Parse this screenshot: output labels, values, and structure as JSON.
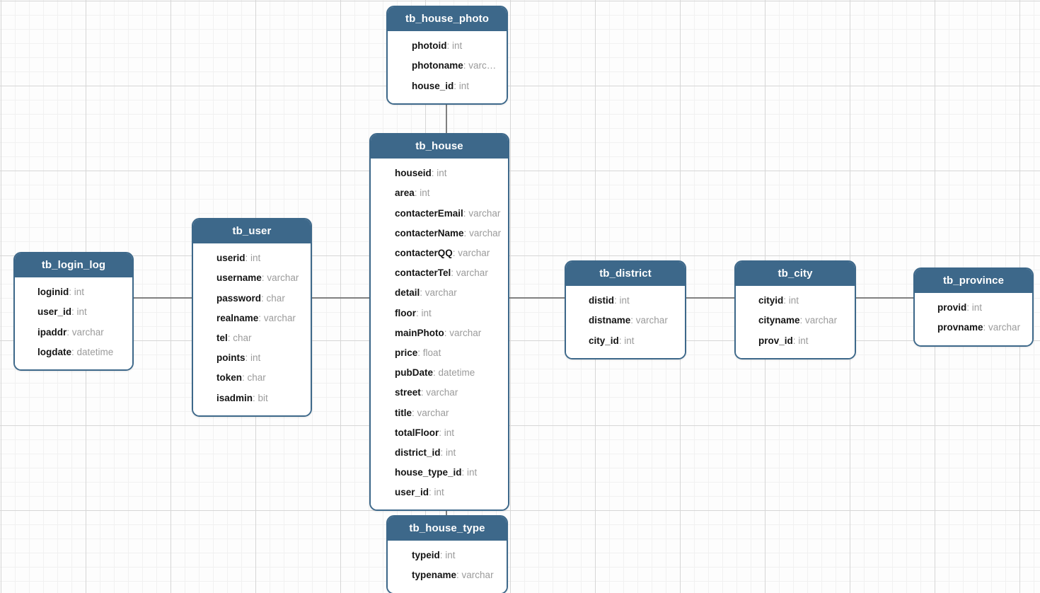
{
  "diagram": {
    "title": "database-er-diagram",
    "background_grid": true,
    "colors": {
      "header": "#3d688a",
      "border": "#3d688a",
      "body": "#ffffff",
      "field_name": "#141414",
      "field_type": "#9b9b9b",
      "connector": "#808080",
      "grid_minor": "#f1f1f1",
      "grid_major": "#d6d6d6"
    }
  },
  "entities": [
    {
      "id": "tb_house_photo",
      "name": "tb_house_photo",
      "fields": [
        {
          "name": "photoid",
          "type": "int"
        },
        {
          "name": "photoname",
          "type": "varc…"
        },
        {
          "name": "house_id",
          "type": "int"
        }
      ]
    },
    {
      "id": "tb_house",
      "name": "tb_house",
      "fields": [
        {
          "name": "houseid",
          "type": "int"
        },
        {
          "name": "area",
          "type": "int"
        },
        {
          "name": "contacterEmail",
          "type": "varchar"
        },
        {
          "name": "contacterName",
          "type": "varchar"
        },
        {
          "name": "contacterQQ",
          "type": "varchar"
        },
        {
          "name": "contacterTel",
          "type": "varchar"
        },
        {
          "name": "detail",
          "type": "varchar"
        },
        {
          "name": "floor",
          "type": "int"
        },
        {
          "name": "mainPhoto",
          "type": "varchar"
        },
        {
          "name": "price",
          "type": "float"
        },
        {
          "name": "pubDate",
          "type": "datetime"
        },
        {
          "name": "street",
          "type": "varchar"
        },
        {
          "name": "title",
          "type": "varchar"
        },
        {
          "name": "totalFloor",
          "type": "int"
        },
        {
          "name": "district_id",
          "type": "int"
        },
        {
          "name": "house_type_id",
          "type": "int"
        },
        {
          "name": "user_id",
          "type": "int"
        }
      ]
    },
    {
      "id": "tb_user",
      "name": "tb_user",
      "fields": [
        {
          "name": "userid",
          "type": "int"
        },
        {
          "name": "username",
          "type": "varchar"
        },
        {
          "name": "password",
          "type": "char"
        },
        {
          "name": "realname",
          "type": "varchar"
        },
        {
          "name": "tel",
          "type": "char"
        },
        {
          "name": "points",
          "type": "int"
        },
        {
          "name": "token",
          "type": "char"
        },
        {
          "name": "isadmin",
          "type": "bit"
        }
      ]
    },
    {
      "id": "tb_login_log",
      "name": "tb_login_log",
      "fields": [
        {
          "name": "loginid",
          "type": "int"
        },
        {
          "name": "user_id",
          "type": "int"
        },
        {
          "name": "ipaddr",
          "type": "varchar"
        },
        {
          "name": "logdate",
          "type": "datetime"
        }
      ]
    },
    {
      "id": "tb_district",
      "name": "tb_district",
      "fields": [
        {
          "name": "distid",
          "type": "int"
        },
        {
          "name": "distname",
          "type": "varchar"
        },
        {
          "name": "city_id",
          "type": "int"
        }
      ]
    },
    {
      "id": "tb_city",
      "name": "tb_city",
      "fields": [
        {
          "name": "cityid",
          "type": "int"
        },
        {
          "name": "cityname",
          "type": "varchar"
        },
        {
          "name": "prov_id",
          "type": "int"
        }
      ]
    },
    {
      "id": "tb_province",
      "name": "tb_province",
      "fields": [
        {
          "name": "provid",
          "type": "int"
        },
        {
          "name": "provname",
          "type": "varchar"
        }
      ]
    },
    {
      "id": "tb_house_type",
      "name": "tb_house_type",
      "fields": [
        {
          "name": "typeid",
          "type": "int"
        },
        {
          "name": "typename",
          "type": "varchar"
        }
      ]
    }
  ],
  "relationships": [
    {
      "from": "tb_house_photo",
      "to": "tb_house",
      "orientation": "vertical"
    },
    {
      "from": "tb_login_log",
      "to": "tb_user",
      "orientation": "horizontal"
    },
    {
      "from": "tb_user",
      "to": "tb_house",
      "orientation": "horizontal"
    },
    {
      "from": "tb_house",
      "to": "tb_district",
      "orientation": "horizontal"
    },
    {
      "from": "tb_district",
      "to": "tb_city",
      "orientation": "horizontal"
    },
    {
      "from": "tb_city",
      "to": "tb_province",
      "orientation": "horizontal"
    },
    {
      "from": "tb_house",
      "to": "tb_house_type",
      "orientation": "vertical"
    }
  ]
}
